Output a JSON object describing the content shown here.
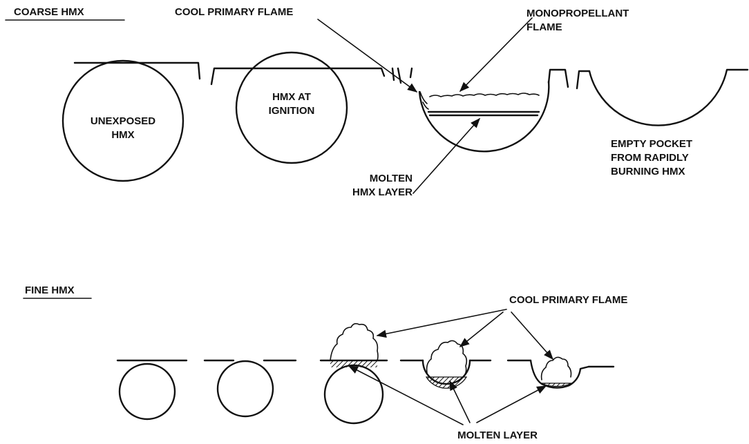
{
  "sections": {
    "coarse": {
      "title": "COARSE HMX",
      "labels": {
        "cool_primary_flame": "COOL PRIMARY FLAME",
        "monopropellant_1": "MONOPROPELLANT",
        "monopropellant_2": "FLAME",
        "unexposed_1": "UNEXPOSED",
        "unexposed_2": "HMX",
        "ignition_1": "HMX AT",
        "ignition_2": "IGNITION",
        "molten_1": "MOLTEN",
        "molten_2": "HMX LAYER",
        "empty_1": "EMPTY POCKET",
        "empty_2": "FROM RAPIDLY",
        "empty_3": "BURNING HMX"
      }
    },
    "fine": {
      "title": "FINE HMX",
      "labels": {
        "cool_primary_flame": "COOL PRIMARY FLAME",
        "molten_layer": "MOLTEN LAYER"
      }
    }
  },
  "colors": {
    "ink": "#111111",
    "background": "#ffffff"
  }
}
